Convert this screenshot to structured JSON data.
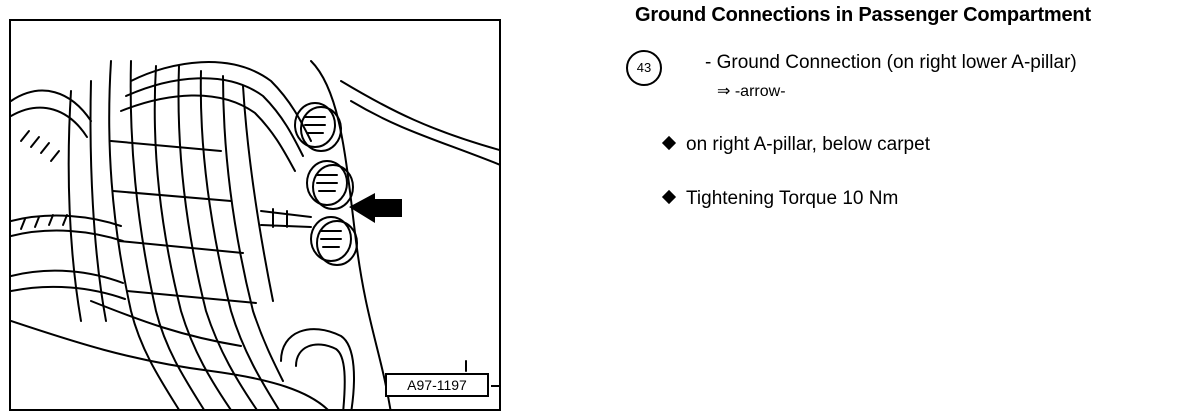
{
  "figure": {
    "label": "A97-1197",
    "arrow_icon": "arrow-right-icon"
  },
  "header": {
    "title": "Ground Connections in Passenger Compartment"
  },
  "item": {
    "number": "43",
    "text": "- Ground Connection (on right lower A-pillar)",
    "reference": "⇒ -arrow-"
  },
  "notes": [
    {
      "text": "on right A-pillar, below carpet"
    },
    {
      "text": "Tightening Torque 10 Nm"
    }
  ]
}
